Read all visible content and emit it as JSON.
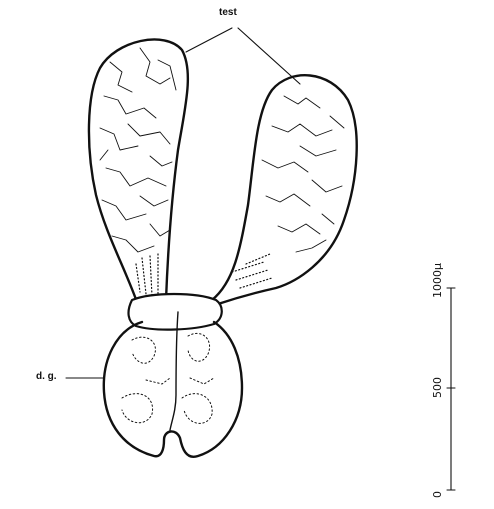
{
  "labels": {
    "test": "test",
    "digestive_gland": "d. g."
  },
  "scale_bar": {
    "unit": "μ",
    "ticks": [
      "0",
      "500",
      "1000μ"
    ]
  },
  "colors": {
    "ink": "#111111",
    "background": "#ffffff"
  }
}
